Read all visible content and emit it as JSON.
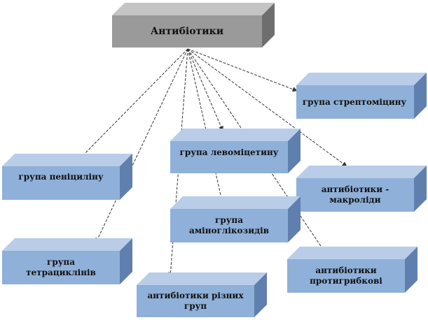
{
  "root": {
    "label": "Антибіотики"
  },
  "groups": [
    {
      "id": "streptomycin",
      "label": "група стрептоміцину"
    },
    {
      "id": "levomycetin",
      "label": "група левоміцетину"
    },
    {
      "id": "penicillin",
      "label": "група пеніциліну"
    },
    {
      "id": "macrolides",
      "label": "антибіотики - макроліди"
    },
    {
      "id": "aminoglycosides",
      "label": "група аміноглікозидів"
    },
    {
      "id": "tetracyclines",
      "label": "група тетрациклінів"
    },
    {
      "id": "antifungal",
      "label": "антибіотики протигрибкові"
    },
    {
      "id": "various",
      "label": "антибіотики різних груп"
    }
  ],
  "colors": {
    "root_face": "#9a9a9a",
    "root_top": "#c4c4c4",
    "root_side": "#6e6e6e",
    "group_face": "#8fb0d8",
    "group_top": "#b9cde8",
    "group_side": "#5f7fae",
    "arrow": "#333333"
  }
}
